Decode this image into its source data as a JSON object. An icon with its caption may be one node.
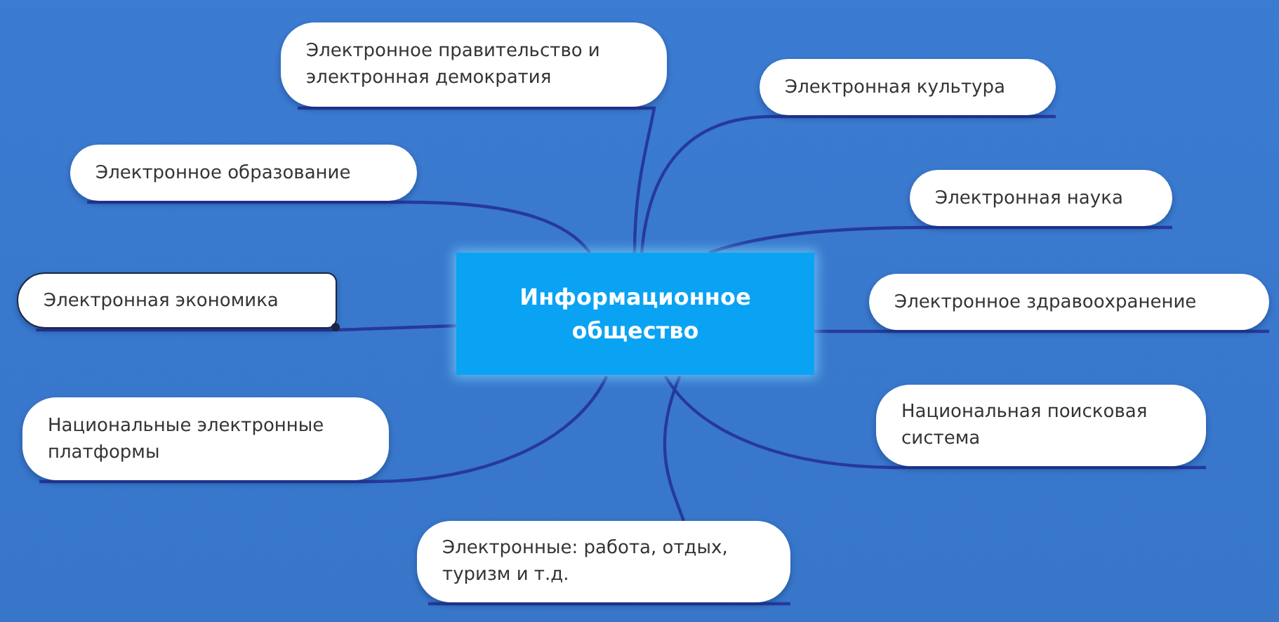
{
  "diagram": {
    "nodes": [
      {
        "text": [
          "Информационное общество"
        ]
      },
      {
        "text": [
          "Электронное правительство и электронная демократия"
        ]
      },
      {
        "text": [
          "Электронная культура"
        ]
      },
      {
        "text": [
          "Электронное образование"
        ]
      },
      {
        "text": [
          "Электронная наука"
        ]
      },
      {
        "text": [
          "Электронная экономика"
        ]
      },
      {
        "text": [
          "Электронное здравоохранение"
        ]
      },
      {
        "text": [
          "Национальные электронные платформы"
        ]
      },
      {
        "text": [
          "Национальная поисковая система"
        ]
      },
      {
        "text": [
          "Электронные: работа, отдых, туризм и т.д."
        ]
      }
    ],
    "edges": [
      {
        "from": 0,
        "to": 1,
        "arrow": "none"
      },
      {
        "from": 0,
        "to": 2,
        "arrow": "none"
      },
      {
        "from": 0,
        "to": 3,
        "arrow": "none"
      },
      {
        "from": 0,
        "to": 4,
        "arrow": "none"
      },
      {
        "from": 0,
        "to": 5,
        "arrow": "none"
      },
      {
        "from": 0,
        "to": 6,
        "arrow": "none"
      },
      {
        "from": 0,
        "to": 7,
        "arrow": "none"
      },
      {
        "from": 0,
        "to": 8,
        "arrow": "none"
      },
      {
        "from": 0,
        "to": 9,
        "arrow": "none"
      }
    ]
  }
}
